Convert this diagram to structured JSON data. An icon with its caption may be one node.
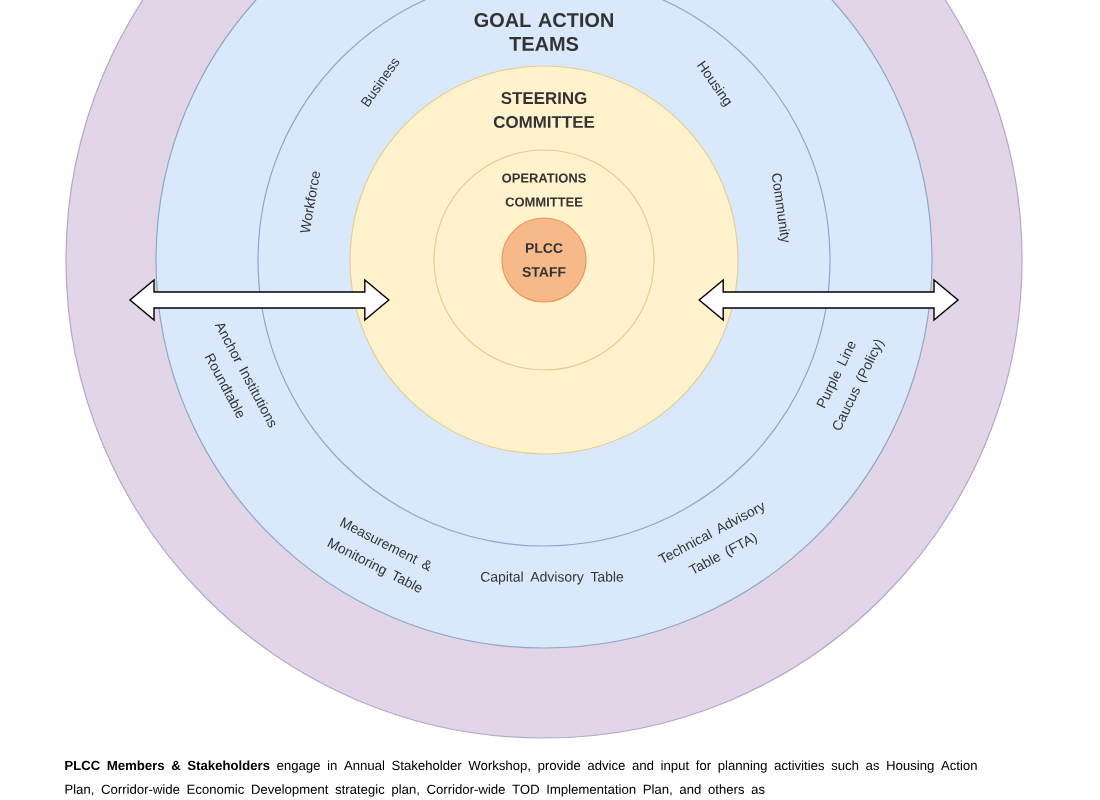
{
  "diagram": {
    "caption": "**PLCC Members & Stakeholders** engage in Annual Stakeholder Workshop, provide advice and input for planning activities such as Housing Action Plan, Corridor-wide Economic Development strategic plan, Corridor-wide TOD Implementation Plan, and others as",
    "nodes": [
      {
        "text": [],
        "shape": "circle"
      },
      {
        "text": [
          "Anchor Institutions Roundtable",
          "Measurement & Monitoring Table",
          "Capital Advisory Table",
          "Technical Advisory Table (FTA)",
          "Purple Line Caucus (Policy)"
        ],
        "in": 0
      },
      {
        "text": [
          "GOAL ACTION TEAMS",
          "Workforce",
          "Business",
          "Housing",
          "Community"
        ],
        "in": 1
      },
      {
        "text": [
          "STEERING COMMITTEE"
        ],
        "in": 2
      },
      {
        "text": [
          "OPERATIONS COMMITTEE"
        ],
        "in": 3
      },
      {
        "text": [
          "PLCC STAFF"
        ],
        "in": 4
      }
    ],
    "edges": [
      {
        "from": 0,
        "to": 3,
        "arrow": "both"
      },
      {
        "from": 3,
        "to": 0,
        "arrow": "both"
      }
    ]
  }
}
